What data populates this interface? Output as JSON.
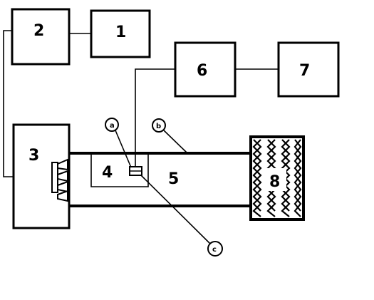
{
  "labels": {
    "b1": "1",
    "b2": "2",
    "b3": "3",
    "b4": "4",
    "b5": "5",
    "b6": "6",
    "b7": "7",
    "b8": "8"
  },
  "callouts": {
    "a": "a",
    "b": "b",
    "c": "c"
  }
}
